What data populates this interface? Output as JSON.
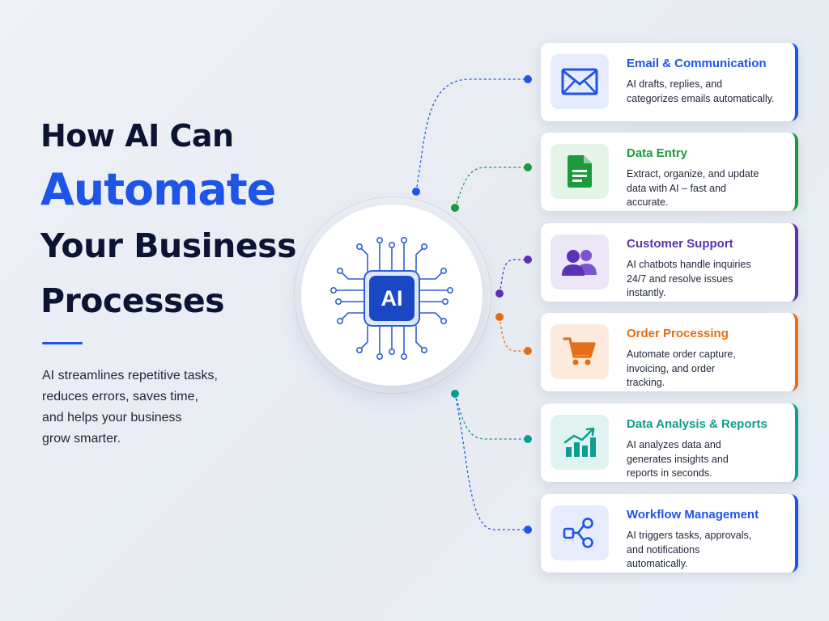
{
  "headline": {
    "line1": "How AI Can",
    "line2": "Automate",
    "line3": "Your Business",
    "line4": "Processes"
  },
  "description": {
    "line1": "AI streamlines repetitive tasks,",
    "line2": "reduces errors, saves time,",
    "line3": "and helps your business",
    "line4": "grow smarter."
  },
  "hub": {
    "label": "AI",
    "accent": "#1e55e6"
  },
  "cards": [
    {
      "title": "Email & Communication",
      "desc": [
        "AI drafts, replies, and",
        "categorizes emails automatically."
      ],
      "color": "#1e55e6",
      "icon_bg": "#e6ecfb",
      "icon": "envelope-icon"
    },
    {
      "title": "Data Entry",
      "desc": [
        "Extract, organize, and update",
        "data with AI – fast and",
        "accurate."
      ],
      "color": "#1d9a3c",
      "icon_bg": "#e5f4e8",
      "icon": "document-icon"
    },
    {
      "title": "Customer Support",
      "desc": [
        "AI chatbots handle inquiries",
        "24/7 and resolve issues",
        "instantly."
      ],
      "color": "#5a32b4",
      "icon_bg": "#ece7f7",
      "icon": "users-icon"
    },
    {
      "title": "Order Processing",
      "desc": [
        "Automate order capture,",
        "invoicing, and order",
        "tracking."
      ],
      "color": "#e66d17",
      "icon_bg": "#fcebdc",
      "icon": "cart-icon"
    },
    {
      "title": "Data Analysis & Reports",
      "desc": [
        "AI analyzes data and",
        "generates insights and",
        "reports in seconds."
      ],
      "color": "#0f9d8f",
      "icon_bg": "#e0f3f0",
      "icon": "chart-icon"
    },
    {
      "title": "Workflow Management",
      "desc": [
        "AI triggers tasks, approvals,",
        "and notifications",
        "automatically."
      ],
      "color": "#1e55e6",
      "icon_bg": "#e6ecfb",
      "icon": "workflow-icon"
    }
  ]
}
